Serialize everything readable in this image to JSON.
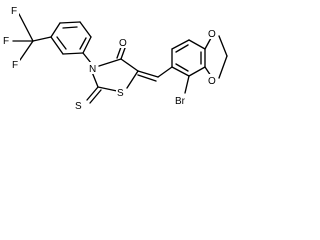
{
  "molecule": {
    "atom_labels": {
      "f_top": "F",
      "f_left": "F",
      "f_bottom": "F",
      "n3": "N",
      "s1": "S",
      "s_thione": "S",
      "o_carbonyl": "O",
      "o_dioxole_top": "O",
      "o_dioxole_bottom": "O",
      "br": "Br"
    }
  }
}
